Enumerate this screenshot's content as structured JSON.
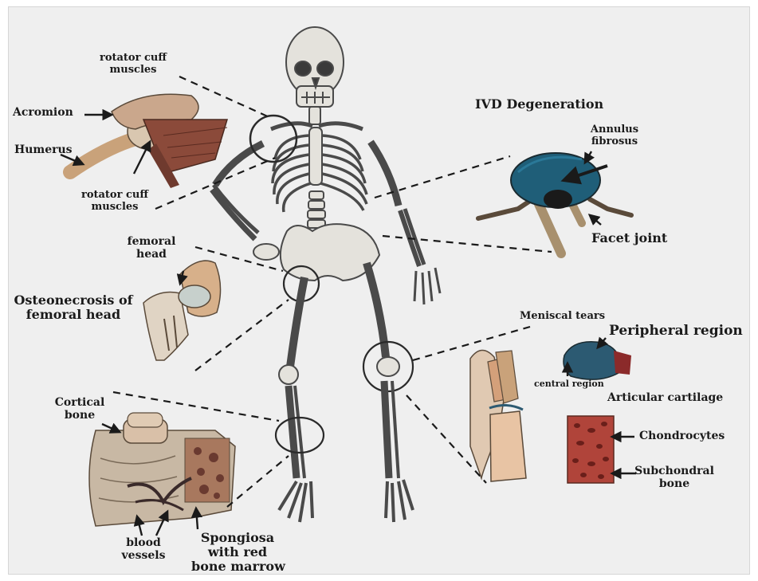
{
  "labels": {
    "acromion": "Acromion",
    "humerus": "Humerus",
    "rotator_cuff_top": [
      "rotator cuff",
      "muscles"
    ],
    "rotator_cuff_bottom": [
      "rotator cuff",
      "muscles"
    ],
    "femoral_head": [
      "femoral",
      "head"
    ],
    "osteonecrosis": [
      "Osteonecrosis of",
      "femoral head"
    ],
    "cortical_bone": [
      "Cortical",
      "bone"
    ],
    "blood_vessels": [
      "blood",
      "vessels"
    ],
    "spongiosa": [
      "Spongiosa",
      "with red",
      "bone marrow"
    ],
    "ivd_degeneration": "IVD Degeneration",
    "annulus_fibrosus": [
      "Annulus",
      "fibrosus"
    ],
    "facet_joint": "Facet joint",
    "meniscal_tears": "Meniscal tears",
    "peripheral_region": "Peripheral region",
    "central_region": "central region",
    "articular_cartilage": "Articular cartilage",
    "chondrocytes": "Chondrocytes",
    "subchondral_bone": [
      "Subchondral",
      "bone"
    ]
  },
  "colors": {
    "background": "#efefef",
    "bone": "#e4e2dc",
    "bone_outline": "#4a4a4a",
    "muscle": "#8b4a3a",
    "ivd_blue": "#1f5e78",
    "meniscus_blue": "#2c5a72",
    "cartilage_red": "#b0443a",
    "ink": "#1a1a1a"
  }
}
